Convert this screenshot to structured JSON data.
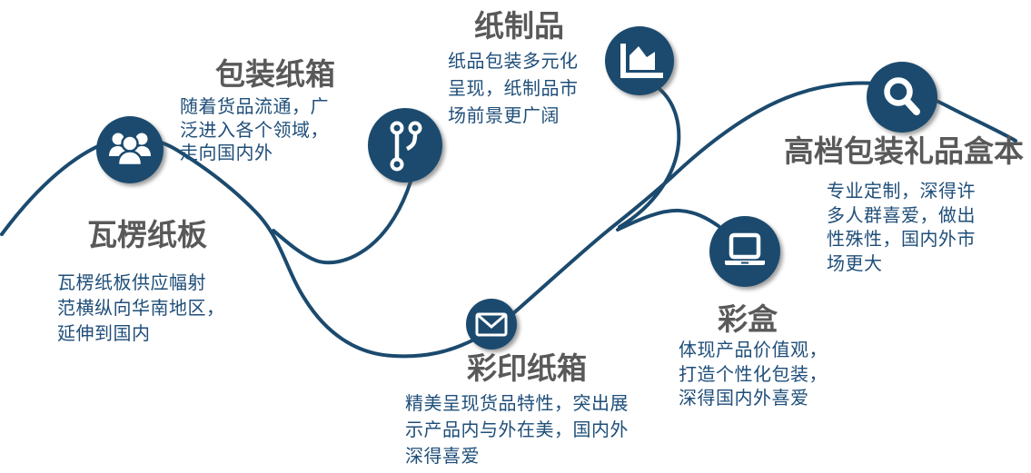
{
  "colors": {
    "navy": "#1b4a6e",
    "title_gray": "#595959",
    "body_blue": "#1f4e79",
    "background": "#ffffff"
  },
  "sections": [
    {
      "title": "瓦楞纸板",
      "body": "瓦楞纸板供应幅射\n范横纵向华南地区，\n延伸到国内",
      "icon": "people-group-icon"
    },
    {
      "title": "包装纸箱",
      "body": "随着货品流通，广\n泛进入各个领域，\n走向国内外",
      "icon": "branch-icon"
    },
    {
      "title": "纸制品",
      "body": "纸品包装多元化\n呈现，纸制品市\n场前景更广阔",
      "icon": "area-chart-icon"
    },
    {
      "title": "彩印纸箱",
      "body": "精美呈现货品特性，突出展\n示产品内与外在美，国内外\n深得喜爱",
      "icon": "mail-icon"
    },
    {
      "title": "彩盒",
      "body": "体现产品价值观，\n打造个性化包装，\n深得国内外喜爱",
      "icon": "laptop-icon"
    },
    {
      "title": "高档包装礼品盒本",
      "body": "专业定制，深得许\n多人群喜爱，做出\n性殊性，国内外市\n场更大",
      "icon": "search-icon"
    }
  ]
}
